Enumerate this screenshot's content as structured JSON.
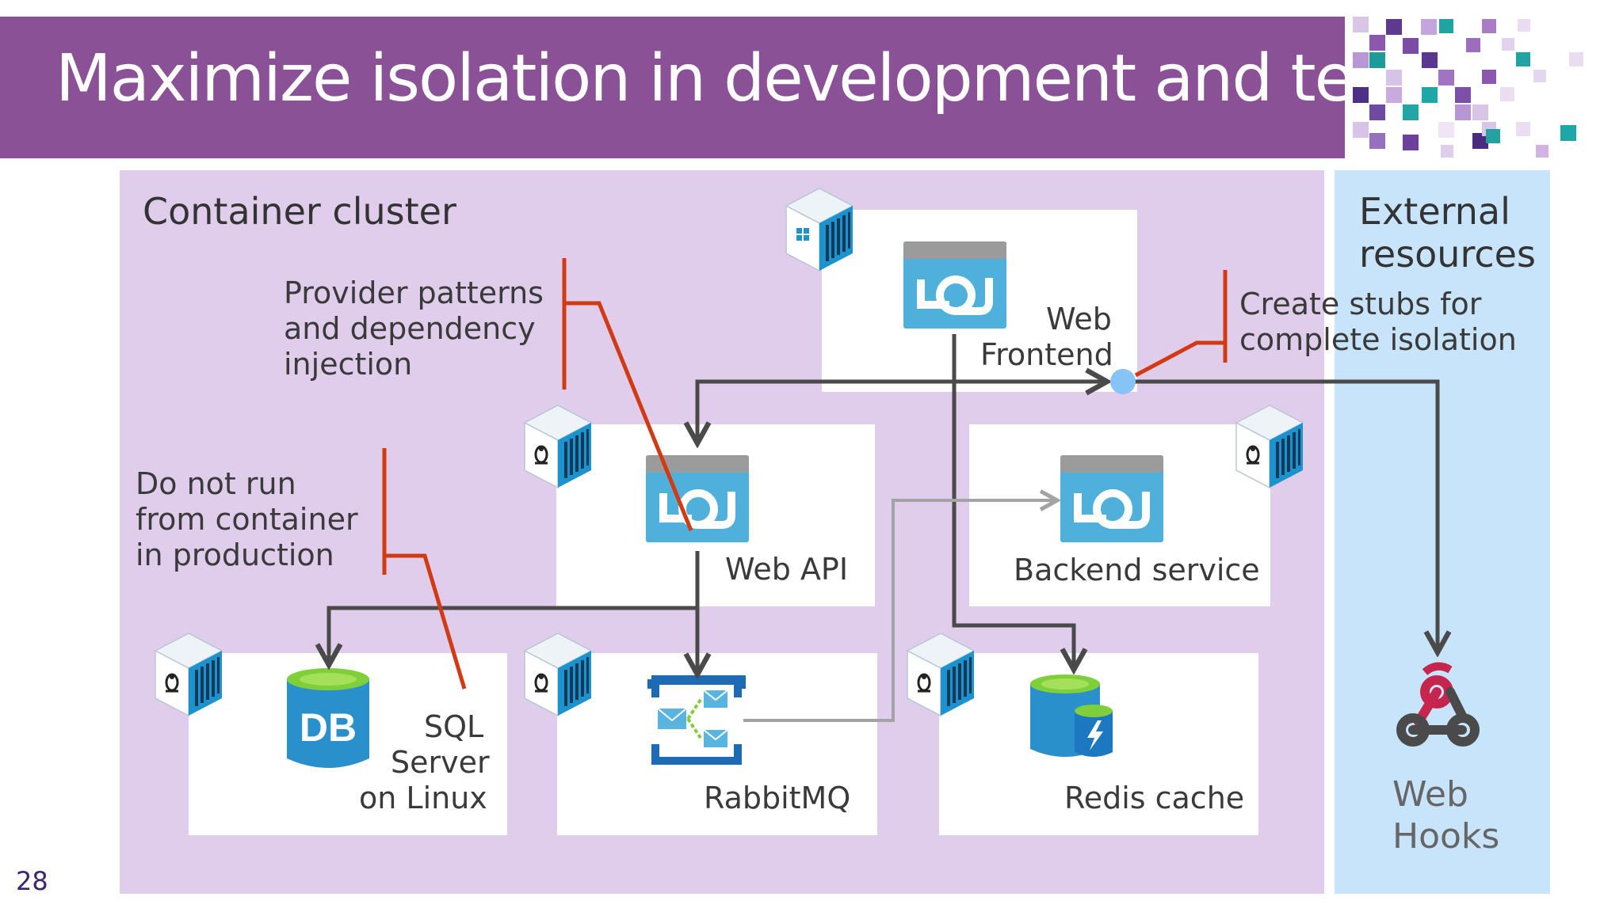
{
  "slide": {
    "title": "Maximize isolation in development and testing",
    "page_number": "28"
  },
  "cluster": {
    "title": "Container cluster"
  },
  "external": {
    "title_line1": "External",
    "title_line2": "resources"
  },
  "nodes": {
    "web_frontend": {
      "line1": "Web",
      "line2": "Frontend"
    },
    "web_api": {
      "label": "Web API"
    },
    "backend_service": {
      "label": "Backend service"
    },
    "sql_server": {
      "line1": "SQL",
      "line2": "Server",
      "line3": "on Linux",
      "icon_text": "DB"
    },
    "rabbitmq": {
      "label": "RabbitMQ"
    },
    "redis_cache": {
      "label": "Redis cache"
    },
    "web_hooks": {
      "line1": "Web",
      "line2": "Hooks"
    }
  },
  "annotations": {
    "provider": {
      "line1": "Provider patterns",
      "line2": "and dependency",
      "line3": "injection"
    },
    "production": {
      "line1": "Do not run",
      "line2": "from container",
      "line3": "in production"
    },
    "stubs": {
      "line1": "Create stubs for",
      "line2": "complete isolation"
    }
  },
  "colors": {
    "title_bar": "#8a5197",
    "cluster_bg": "#e0cdec",
    "external_bg": "#c8e4fb",
    "service_icon": "#4fb0dc",
    "arrow": "#4a4a4a",
    "callout": "#d13a12",
    "endpoint": "#86c4f7"
  }
}
